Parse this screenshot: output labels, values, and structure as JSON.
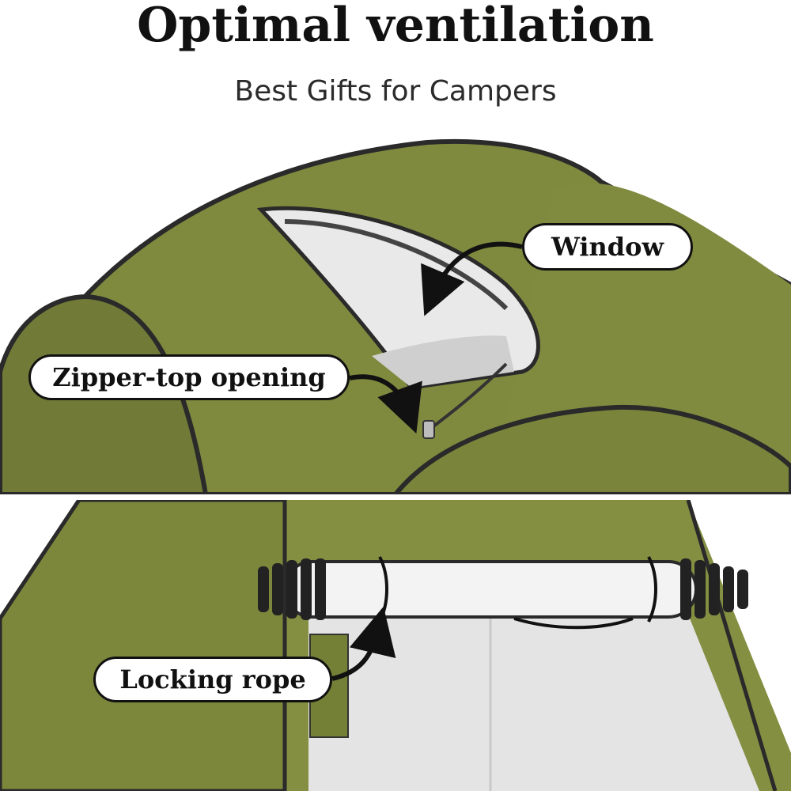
{
  "heading": {
    "title": "Optimal ventilation",
    "subtitle": "Best Gifts for Campers"
  },
  "callouts": {
    "window": "Window",
    "zipper_top_opening": "Zipper-top opening",
    "locking_rope": "Locking rope"
  },
  "colors": {
    "tent_green": "#7f8a3e",
    "tent_green_dark": "#6e7834",
    "tent_edge": "#2a2a2a",
    "mesh_grey": "#d8d8d8",
    "interior_white": "#eeeeee",
    "text_dark": "#111111"
  }
}
